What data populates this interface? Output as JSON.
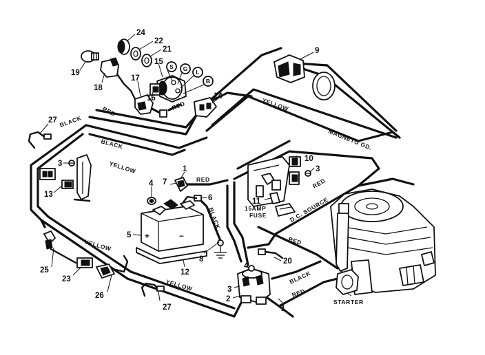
{
  "labels": {
    "wire_red_top": "RED",
    "wire_red_switch": "RED",
    "wire_red_battery": "RED",
    "wire_red_fuse": "RED",
    "wire_red_engine": "RED",
    "wire_red_starter": "RED",
    "wire_black_left": "BLACK",
    "wire_black_mid": "BLACK",
    "wire_black_battery": "BLACK",
    "wire_black_solenoid": "BLACK",
    "wire_yellow_top": "YELLOW",
    "wire_yellow_mid": "YELLOW",
    "wire_yellow_low1": "YELLOW",
    "wire_yellow_low2": "YELLOW",
    "magneto_gd": "MAGNETO GD.",
    "dc_source": "D.C. SOURCE",
    "fuse_amp": "15AMP",
    "fuse_word": "FUSE",
    "starter": "STARTER",
    "battery_plus": "+",
    "battery_minus": "−"
  },
  "terminals": {
    "s": "S",
    "g": "G",
    "l": "L",
    "b": "B"
  },
  "parts": {
    "p1a": "1",
    "p1b": "1",
    "p2": "2",
    "p3a": "3",
    "p3b": "3",
    "p3c": "3",
    "p4a": "4",
    "p4b": "4",
    "p5": "5",
    "p6": "6",
    "p7": "7",
    "p8": "8",
    "p9": "9",
    "p10": "10",
    "p11": "11",
    "p12": "12",
    "p13": "13",
    "p14": "14",
    "p15": "15",
    "p16": "16",
    "p17": "17",
    "p18": "18",
    "p19": "19",
    "p20": "20",
    "p21": "21",
    "p22": "22",
    "p23": "23",
    "p24": "24",
    "p25": "25",
    "p26": "26",
    "p27a": "27",
    "p27b": "27"
  }
}
